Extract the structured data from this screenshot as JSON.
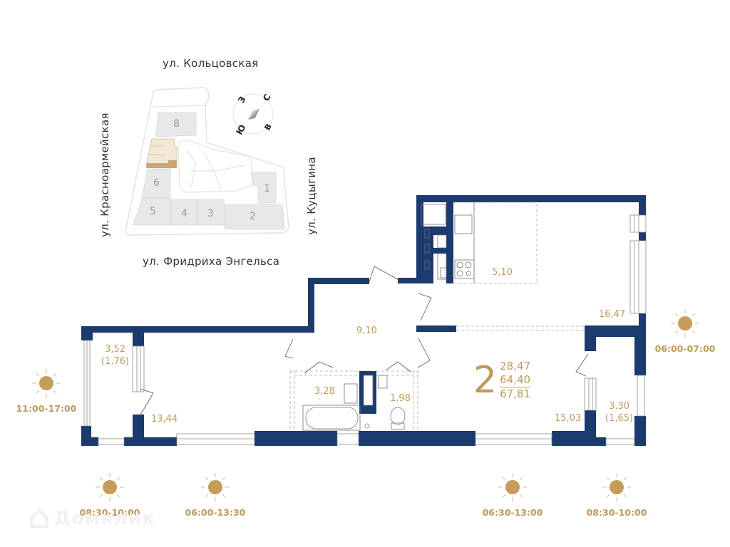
{
  "site_plan": {
    "streets": {
      "north": "ул. Кольцовская",
      "west": "ул. Красноармейская",
      "east": "ул. Куцыгина",
      "south": "ул. Фридриха Энгельса"
    },
    "buildings": [
      "1",
      "2",
      "3",
      "4",
      "5",
      "6",
      "8"
    ],
    "compass": {
      "n": "С",
      "e": "В",
      "s": "Ю",
      "w": "З"
    },
    "highlight_color": "#c9a676"
  },
  "apartment": {
    "rooms_count": "2",
    "living_area": "28,47",
    "total_area": "64,40",
    "total_area_with_balconies": "67,81",
    "wall_color": "#1b3a6e",
    "accent_color": "#c09a5b"
  },
  "rooms": [
    {
      "id": "kitchen",
      "area": "5,10"
    },
    {
      "id": "living",
      "area": "16,47"
    },
    {
      "id": "hall",
      "area": "9,10"
    },
    {
      "id": "bedroom",
      "area": "13,44"
    },
    {
      "id": "loggia-west",
      "area": "3,52",
      "reduced": "(1,76)"
    },
    {
      "id": "bathroom",
      "area": "3,28"
    },
    {
      "id": "toilet",
      "area": "1,98"
    },
    {
      "id": "room-east",
      "area": "15,03"
    },
    {
      "id": "loggia-east",
      "area": "3,30",
      "reduced": "(1,65)"
    }
  ],
  "insolation": [
    {
      "id": "west",
      "time": "11:00-17:00"
    },
    {
      "id": "east",
      "time": "06:00-07:00"
    },
    {
      "id": "south-1",
      "time": "08:30-10:00"
    },
    {
      "id": "south-2",
      "time": "06:00-13:30"
    },
    {
      "id": "south-3",
      "time": "06:30-13:00"
    },
    {
      "id": "south-4",
      "time": "08:30-10:00"
    }
  ],
  "watermark": "Домклик"
}
